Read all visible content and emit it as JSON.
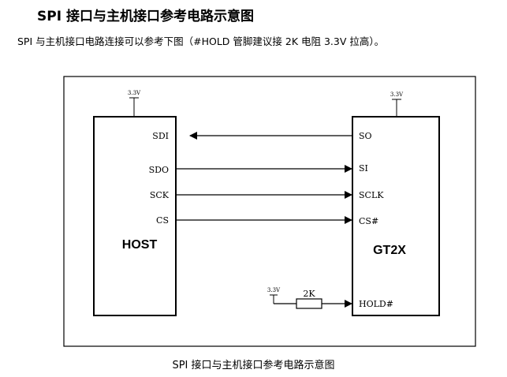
{
  "heading": "SPI 接口与主机接口参考电路示意图",
  "description": "SPI 与主机接口电路连接可以参考下图（#HOLD 管脚建议接 2K 电阻 3.3V 拉高）。",
  "caption": "SPI 接口与主机接口参考电路示意图",
  "diagram": {
    "host": {
      "name": "HOST",
      "power": "3.3V",
      "pins": [
        "SDI",
        "SDO",
        "SCK",
        "CS"
      ]
    },
    "device": {
      "name": "GT2X",
      "power": "3.3V",
      "pins": [
        "SO",
        "SI",
        "SCLK",
        "CS#",
        "HOLD#"
      ]
    },
    "connections": [
      {
        "from": "SO",
        "to": "SDI",
        "direction": "device-to-host"
      },
      {
        "from": "SDO",
        "to": "SI",
        "direction": "host-to-device"
      },
      {
        "from": "SCK",
        "to": "SCLK",
        "direction": "host-to-device"
      },
      {
        "from": "CS",
        "to": "CS#",
        "direction": "host-to-device"
      }
    ],
    "pullup": {
      "supply": "3.3V",
      "resistor": "2K",
      "pin": "HOLD#"
    }
  }
}
